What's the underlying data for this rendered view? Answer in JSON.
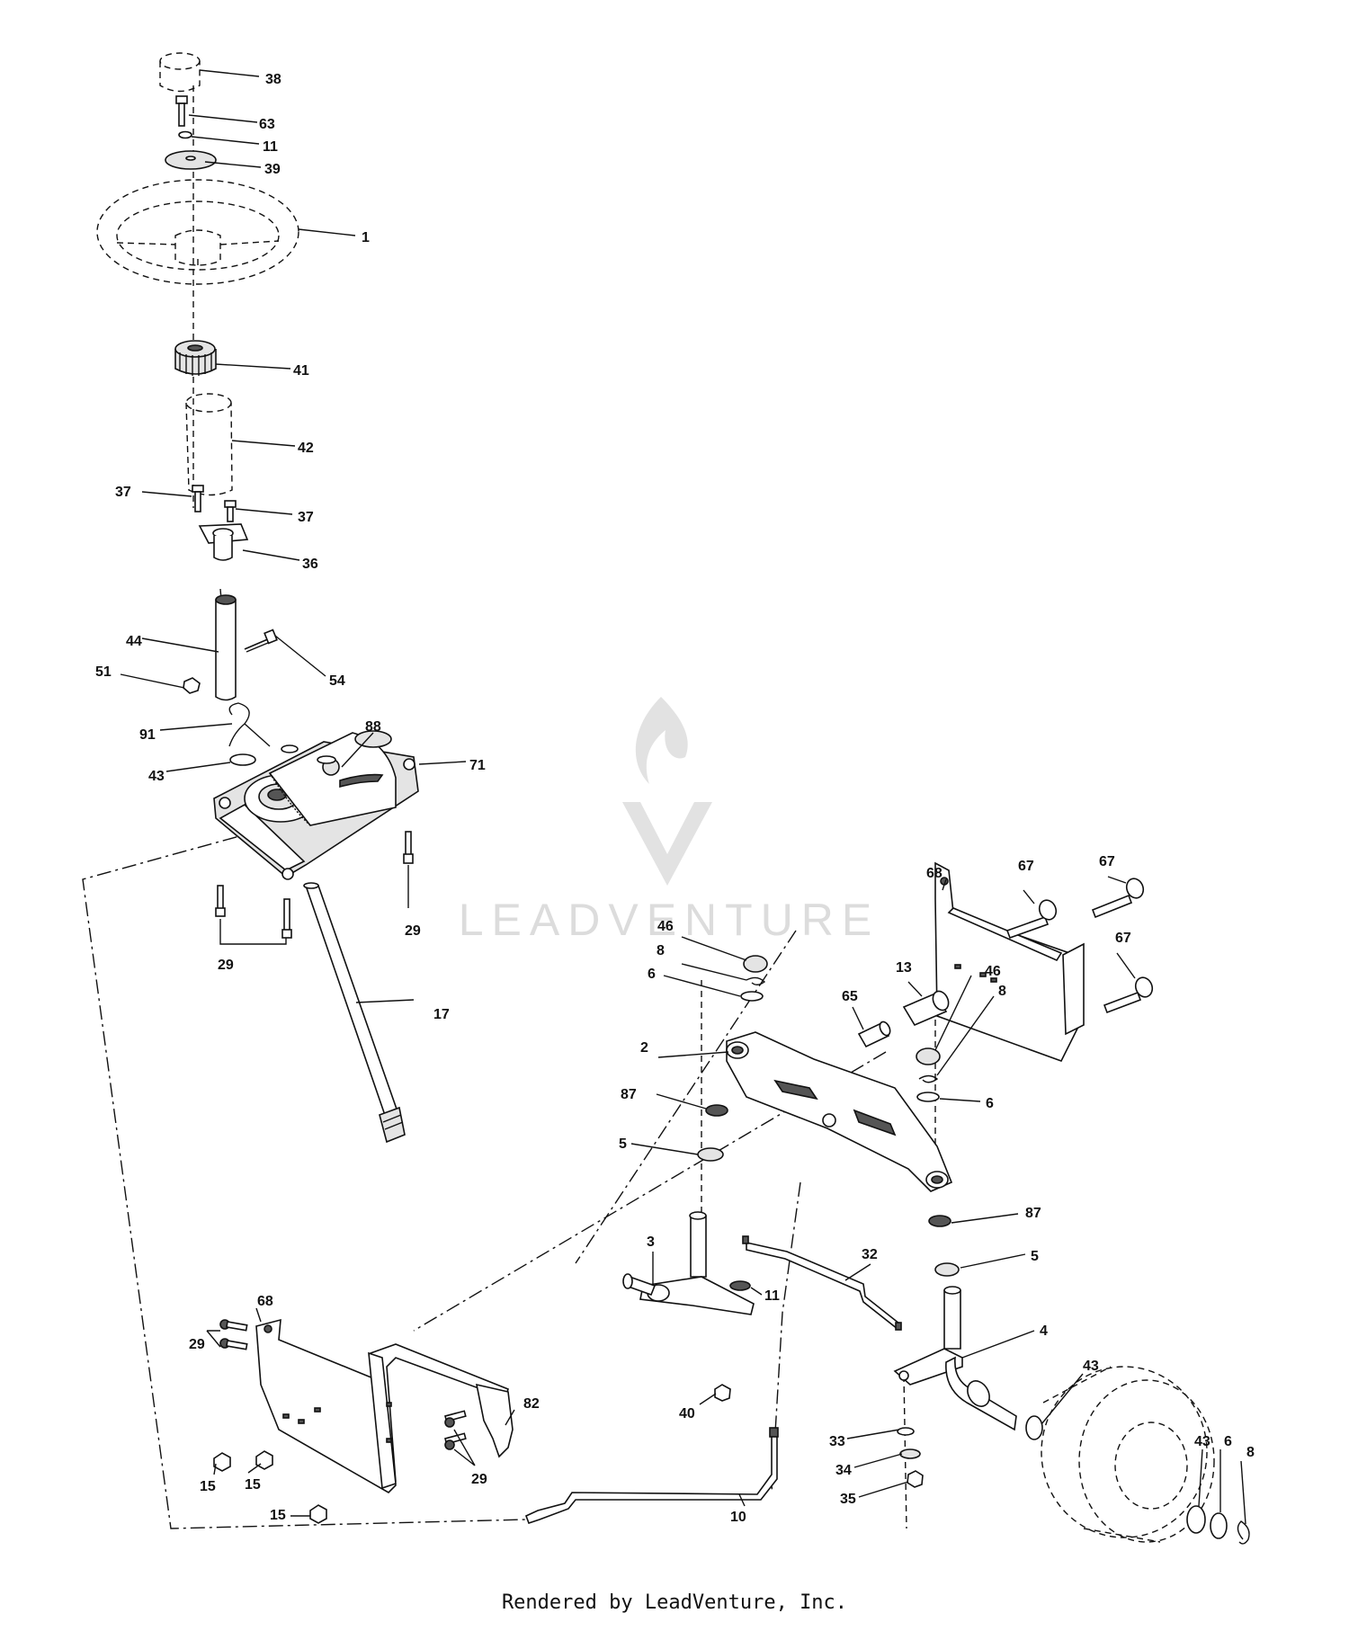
{
  "watermark": {
    "text": "LEADVENTURE"
  },
  "footer": {
    "text": "Rendered by LeadVenture, Inc."
  },
  "callouts": [
    {
      "id": "c38",
      "text": "38"
    },
    {
      "id": "c63",
      "text": "63"
    },
    {
      "id": "c11a",
      "text": "11"
    },
    {
      "id": "c39",
      "text": "39"
    },
    {
      "id": "c1",
      "text": "1"
    },
    {
      "id": "c41",
      "text": "41"
    },
    {
      "id": "c42",
      "text": "42"
    },
    {
      "id": "c37a",
      "text": "37"
    },
    {
      "id": "c37b",
      "text": "37"
    },
    {
      "id": "c36",
      "text": "36"
    },
    {
      "id": "c44",
      "text": "44"
    },
    {
      "id": "c54",
      "text": "54"
    },
    {
      "id": "c51",
      "text": "51"
    },
    {
      "id": "c91",
      "text": "91"
    },
    {
      "id": "c88",
      "text": "88"
    },
    {
      "id": "c43a",
      "text": "43"
    },
    {
      "id": "c71",
      "text": "71"
    },
    {
      "id": "c29a",
      "text": "29"
    },
    {
      "id": "c29b",
      "text": "29"
    },
    {
      "id": "c17",
      "text": "17"
    },
    {
      "id": "c68a",
      "text": "68"
    },
    {
      "id": "c67a",
      "text": "67"
    },
    {
      "id": "c67b",
      "text": "67"
    },
    {
      "id": "c67c",
      "text": "67"
    },
    {
      "id": "c46a",
      "text": "46"
    },
    {
      "id": "c8a",
      "text": "8"
    },
    {
      "id": "c6a",
      "text": "6"
    },
    {
      "id": "c13",
      "text": "13"
    },
    {
      "id": "c65",
      "text": "65"
    },
    {
      "id": "c46b",
      "text": "46"
    },
    {
      "id": "c8b",
      "text": "8"
    },
    {
      "id": "c6b",
      "text": "6"
    },
    {
      "id": "c2",
      "text": "2"
    },
    {
      "id": "c87a",
      "text": "87"
    },
    {
      "id": "c5a",
      "text": "5"
    },
    {
      "id": "c87b",
      "text": "87"
    },
    {
      "id": "c5b",
      "text": "5"
    },
    {
      "id": "c3",
      "text": "3"
    },
    {
      "id": "c32",
      "text": "32"
    },
    {
      "id": "c11b",
      "text": "11"
    },
    {
      "id": "c4",
      "text": "4"
    },
    {
      "id": "c68b",
      "text": "68"
    },
    {
      "id": "c29c",
      "text": "29"
    },
    {
      "id": "c82",
      "text": "82"
    },
    {
      "id": "c40",
      "text": "40"
    },
    {
      "id": "c43b",
      "text": "43"
    },
    {
      "id": "c43c",
      "text": "43"
    },
    {
      "id": "c6c",
      "text": "6"
    },
    {
      "id": "c8c",
      "text": "8"
    },
    {
      "id": "c33",
      "text": "33"
    },
    {
      "id": "c34",
      "text": "34"
    },
    {
      "id": "c35",
      "text": "35"
    },
    {
      "id": "c15a",
      "text": "15"
    },
    {
      "id": "c15b",
      "text": "15"
    },
    {
      "id": "c29d",
      "text": "29"
    },
    {
      "id": "c15c",
      "text": "15"
    },
    {
      "id": "c10",
      "text": "10"
    }
  ]
}
